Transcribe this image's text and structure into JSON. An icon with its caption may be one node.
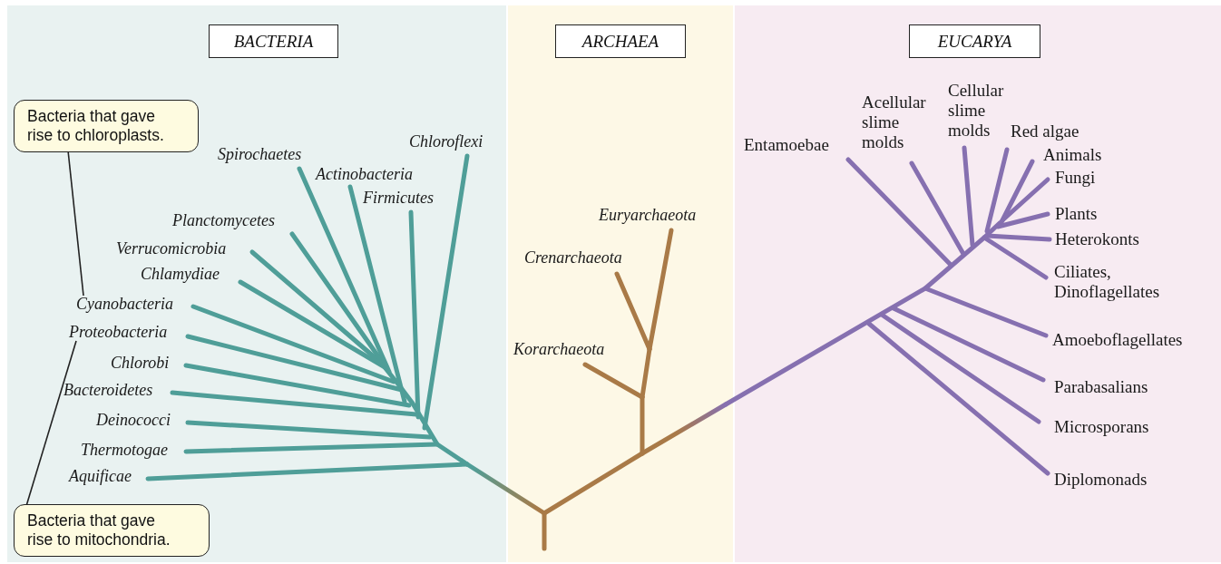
{
  "diagram": {
    "nodes": [
      {
        "text": [
          "BACTERIA"
        ]
      },
      {
        "text": [
          "Bacteria that gave rise to chloroplasts."
        ],
        "in": 0
      },
      {
        "text": [
          "Chloroflexi"
        ],
        "in": 0
      },
      {
        "text": [
          "Spirochaetes"
        ],
        "in": 0
      },
      {
        "text": [
          "Actinobacteria"
        ],
        "in": 0
      },
      {
        "text": [
          "Firmicutes"
        ],
        "in": 0
      },
      {
        "text": [
          "Planctomycetes"
        ],
        "in": 0
      },
      {
        "text": [
          "Verrucomicrobia"
        ],
        "in": 0
      },
      {
        "text": [
          "Chlamydiae"
        ],
        "in": 0
      },
      {
        "text": [
          "Cyanobacteria"
        ],
        "in": 0
      },
      {
        "text": [
          "Proteobacteria"
        ],
        "in": 0
      },
      {
        "text": [
          "Chlorobi"
        ],
        "in": 0
      },
      {
        "text": [
          "Bacteroidetes"
        ],
        "in": 0
      },
      {
        "text": [
          "Deinococci"
        ],
        "in": 0
      },
      {
        "text": [
          "Thermotogae"
        ],
        "in": 0
      },
      {
        "text": [
          "Aquificae"
        ],
        "in": 0
      },
      {
        "text": [
          "Bacteria that gave rise to mitochondria."
        ],
        "in": 0
      },
      {
        "text": [
          "ARCHAEA"
        ]
      },
      {
        "text": [
          "Euryarchaeota"
        ],
        "in": 17
      },
      {
        "text": [
          "Crenarchaeota"
        ],
        "in": 17
      },
      {
        "text": [
          "Korarchaeota"
        ],
        "in": 17
      },
      {
        "text": [
          "EUCARYA"
        ]
      },
      {
        "text": [
          "Entamoebae"
        ],
        "in": 21
      },
      {
        "text": [
          "Acellular slime molds"
        ],
        "in": 21
      },
      {
        "text": [
          "Cellular slime molds"
        ],
        "in": 21
      },
      {
        "text": [
          "Red algae"
        ],
        "in": 21
      },
      {
        "text": [
          "Animals"
        ],
        "in": 21
      },
      {
        "text": [
          "Fungi"
        ],
        "in": 21
      },
      {
        "text": [
          "Plants"
        ],
        "in": 21
      },
      {
        "text": [
          "Heterokonts"
        ],
        "in": 21
      },
      {
        "text": [
          "Ciliates, Dinoflagellates"
        ],
        "in": 21
      },
      {
        "text": [
          "Amoeboflagellates"
        ],
        "in": 21
      },
      {
        "text": [
          "Parabasalians"
        ],
        "in": 21
      },
      {
        "text": [
          "Microsporans"
        ],
        "in": 21
      },
      {
        "text": [
          "Diplomonads"
        ],
        "in": 21
      }
    ],
    "edges": [
      {
        "from": 1,
        "to": 9,
        "arrow": "none"
      },
      {
        "from": 16,
        "to": 10,
        "arrow": "none"
      }
    ]
  }
}
